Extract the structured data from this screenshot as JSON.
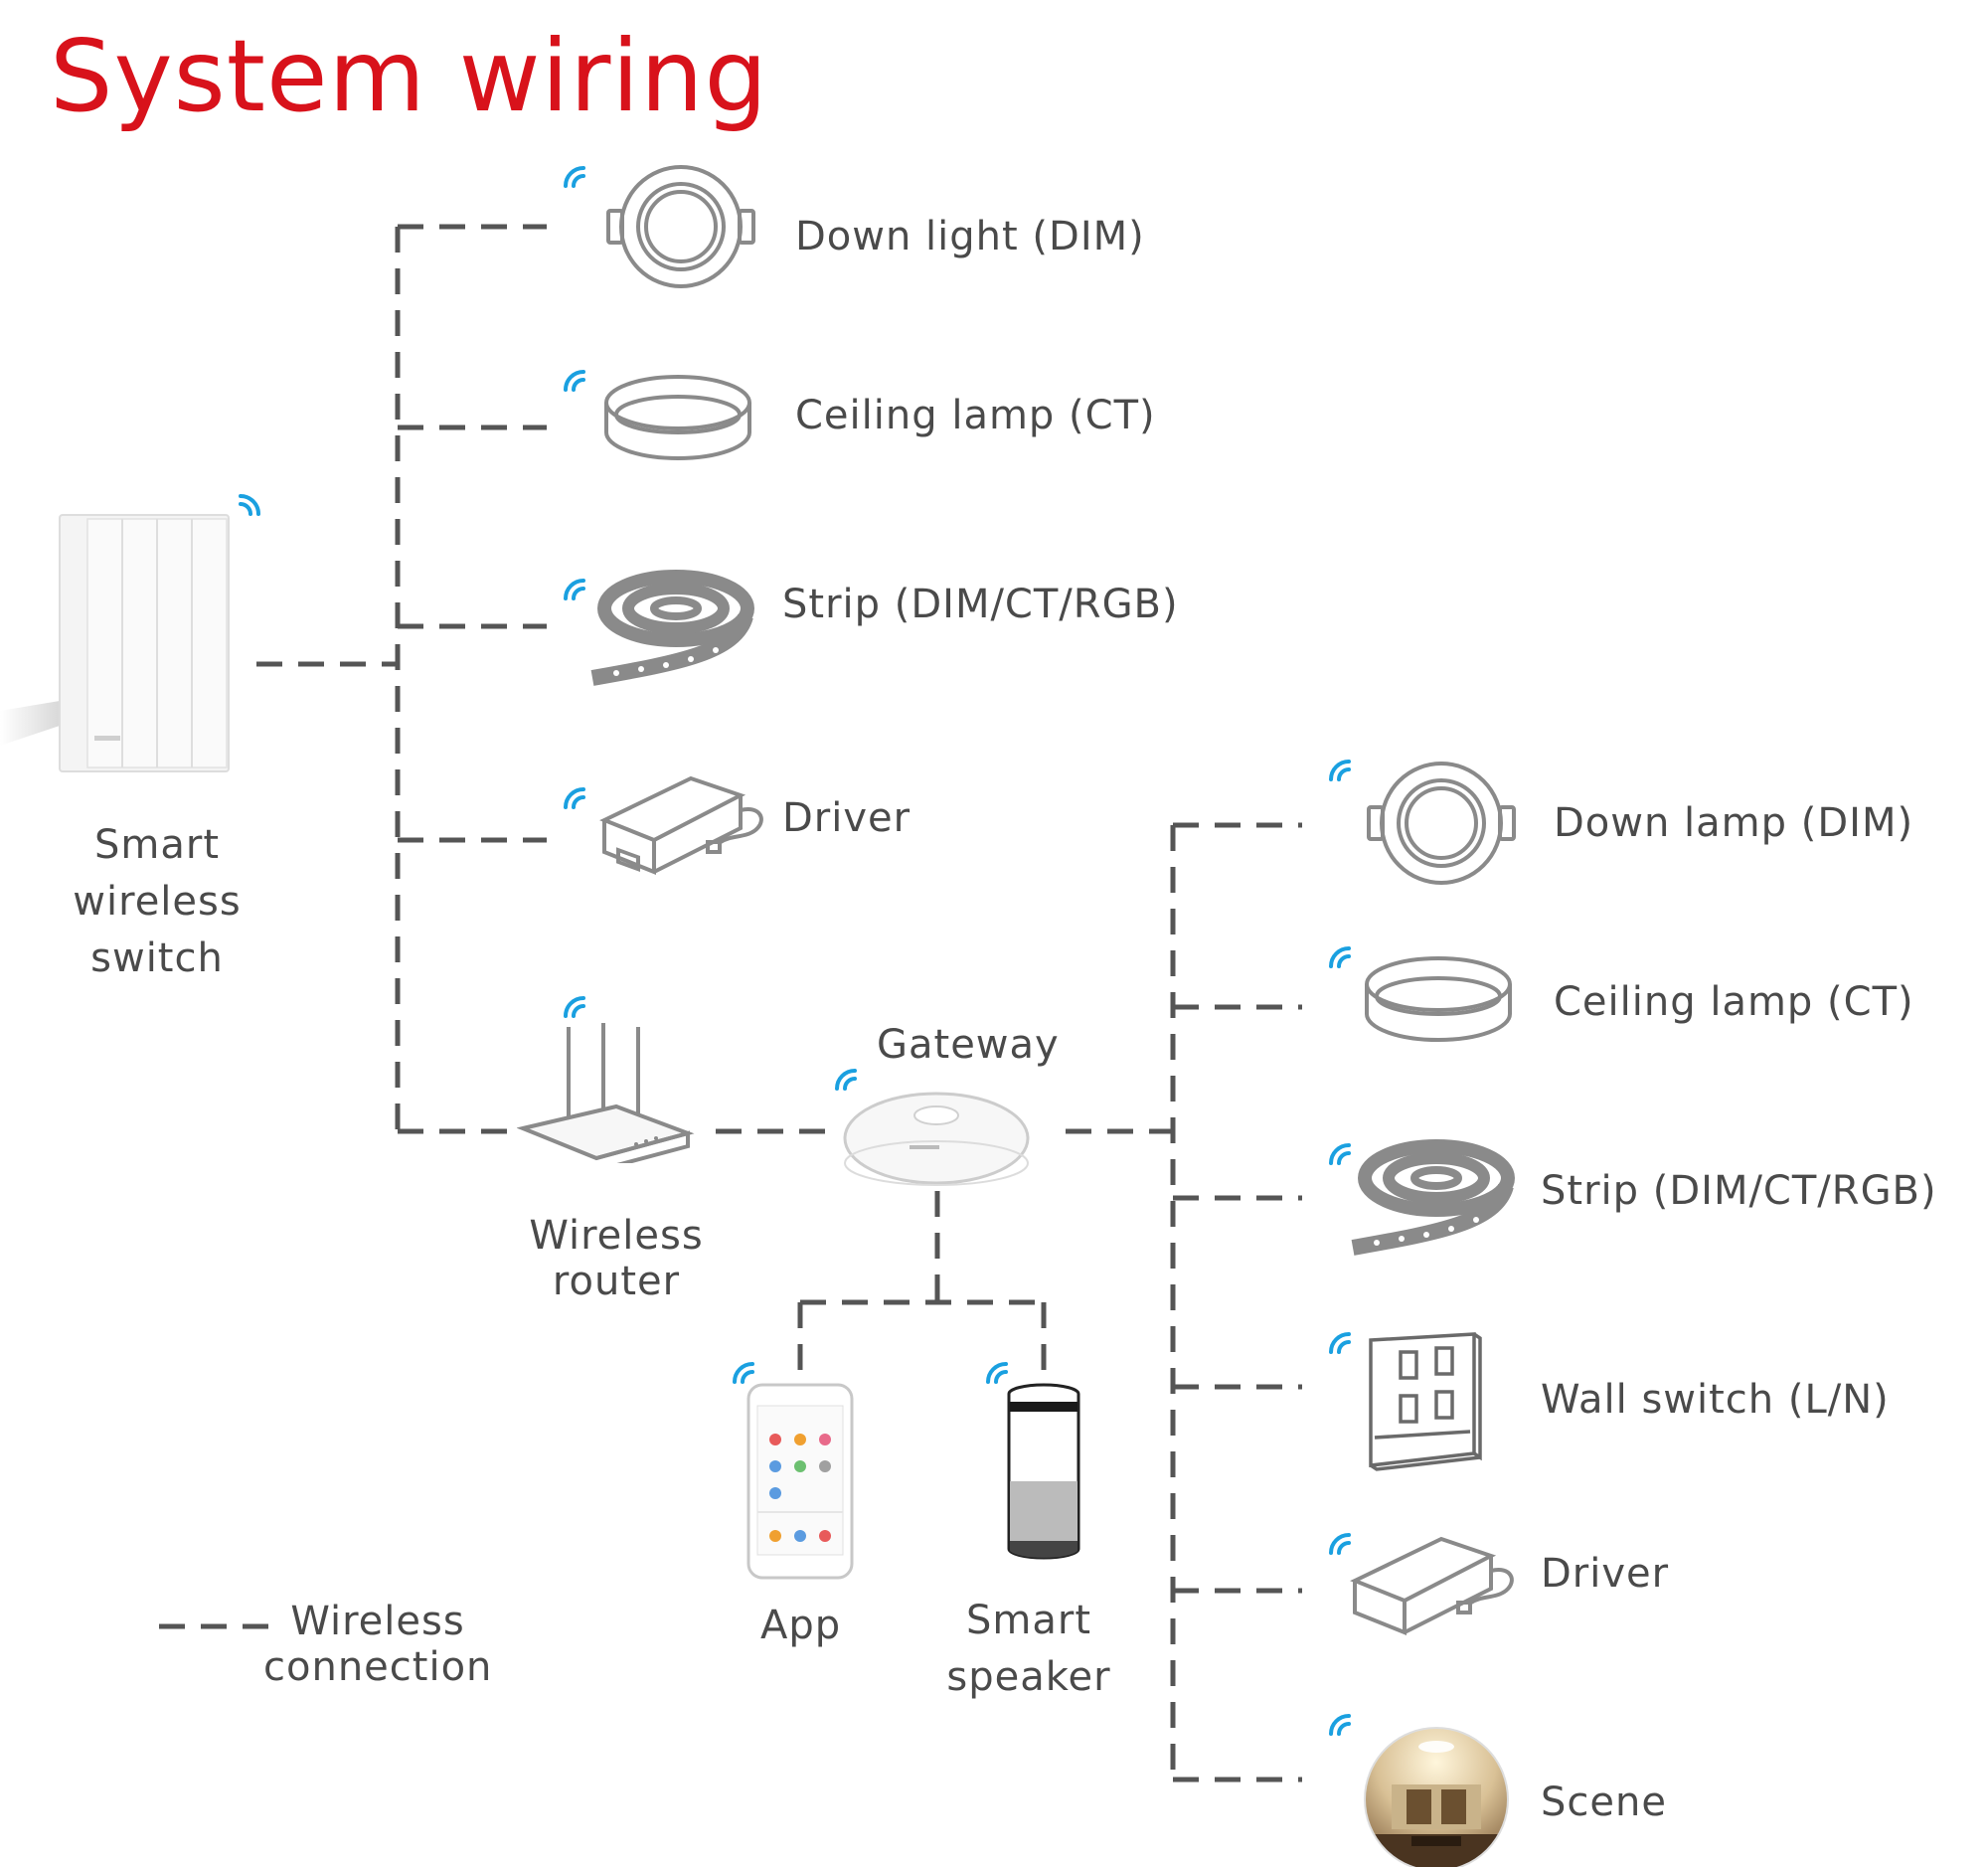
{
  "title": "System wiring",
  "labels": {
    "down_light": "Down light (DIM)",
    "ceiling_lamp_1": "Ceiling lamp (CT)",
    "strip_1": "Strip (DIM/CT/RGB)",
    "driver_1": "Driver",
    "smart_wireless_switch": [
      "Smart",
      "wireless",
      "switch"
    ],
    "gateway": "Gateway",
    "wireless_router": [
      "Wireless",
      "router"
    ],
    "app": "App",
    "smart_speaker": [
      "Smart",
      "speaker"
    ],
    "down_lamp": "Down lamp (DIM)",
    "ceiling_lamp_2": "Ceiling lamp (CT)",
    "strip_2": "Strip (DIM/CT/RGB)",
    "wall_switch": "Wall switch (L/N)",
    "driver_2": "Driver",
    "scene": "Scene"
  },
  "legend": {
    "text": [
      "Wireless",
      "connection"
    ]
  },
  "colors": {
    "title": "#d8121b",
    "wifi": "#1aa0e0",
    "line": "#555555",
    "text": "#4a4a4a"
  }
}
